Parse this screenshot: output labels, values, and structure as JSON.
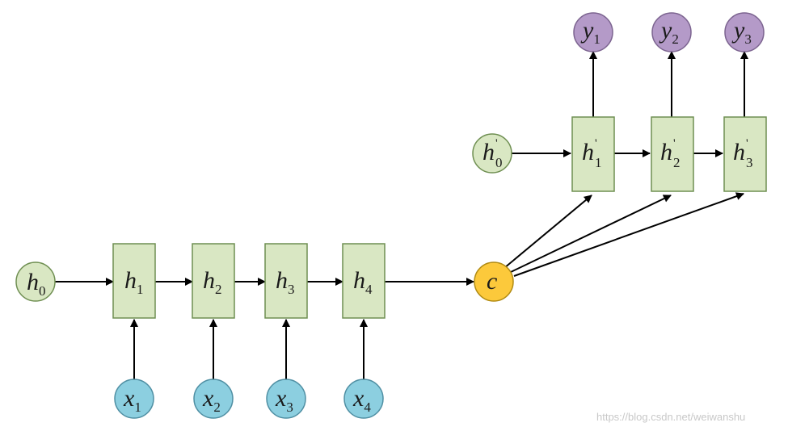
{
  "encoder": {
    "h0": {
      "base": "h",
      "sub": "0"
    },
    "hidden": [
      {
        "base": "h",
        "sub": "1"
      },
      {
        "base": "h",
        "sub": "2"
      },
      {
        "base": "h",
        "sub": "3"
      },
      {
        "base": "h",
        "sub": "4"
      }
    ],
    "inputs": [
      {
        "base": "x",
        "sub": "1"
      },
      {
        "base": "x",
        "sub": "2"
      },
      {
        "base": "x",
        "sub": "3"
      },
      {
        "base": "x",
        "sub": "4"
      }
    ]
  },
  "context": {
    "base": "c"
  },
  "decoder": {
    "h0": {
      "base": "h",
      "prime": "'",
      "sub": "0"
    },
    "hidden": [
      {
        "base": "h",
        "prime": "'",
        "sub": "1"
      },
      {
        "base": "h",
        "prime": "'",
        "sub": "2"
      },
      {
        "base": "h",
        "prime": "'",
        "sub": "3"
      }
    ],
    "outputs": [
      {
        "base": "y",
        "sub": "1"
      },
      {
        "base": "y",
        "sub": "2"
      },
      {
        "base": "y",
        "sub": "3"
      }
    ]
  },
  "watermark": "https://blog.csdn.net/weiwanshu",
  "colors": {
    "state_fill": "#d9e7c3",
    "state_stroke": "#6f8f52",
    "input_fill": "#8ccfe0",
    "input_stroke": "#4f8fa3",
    "context_fill": "#fcc93b",
    "context_stroke": "#b08a12",
    "output_fill": "#b49ac8",
    "output_stroke": "#7c6490",
    "arrow": "#000000"
  }
}
